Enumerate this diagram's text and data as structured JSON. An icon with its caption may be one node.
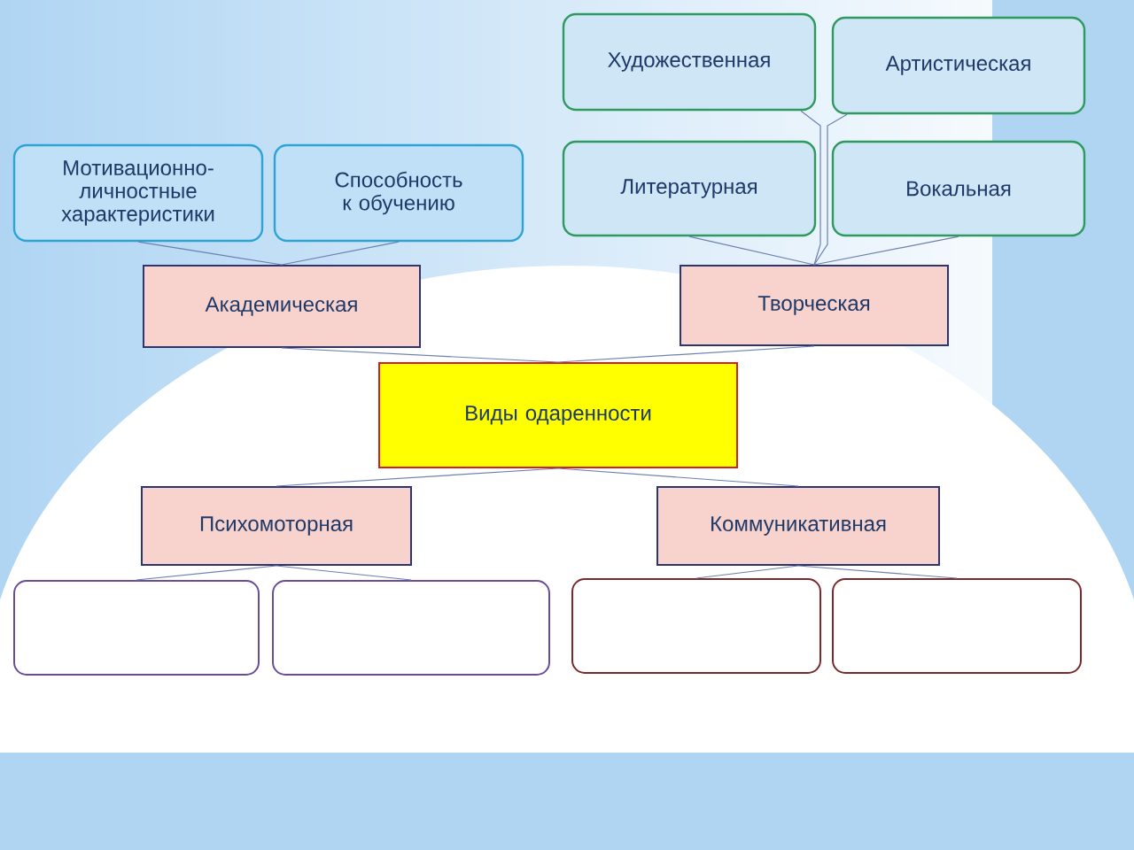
{
  "diagram": {
    "nodes": [
      {
        "text": [
          "Художественная"
        ]
      },
      {
        "text": [
          "Артистическая"
        ]
      },
      {
        "text": [
          "Мотивационно-личностные характеристики"
        ]
      },
      {
        "text": [
          "Способность к обучению"
        ]
      },
      {
        "text": [
          "Литературная"
        ]
      },
      {
        "text": [
          "Вокальная"
        ]
      },
      {
        "text": [
          "Академическая"
        ]
      },
      {
        "text": [
          "Творческая"
        ]
      },
      {
        "text": [
          "Виды одаренности"
        ]
      },
      {
        "text": [
          "Психомоторная"
        ]
      },
      {
        "text": [
          "Коммуникативная"
        ]
      },
      {
        "text": [],
        "shape": "box"
      },
      {
        "text": [],
        "shape": "box"
      },
      {
        "text": [],
        "shape": "box"
      },
      {
        "text": [],
        "shape": "box"
      }
    ],
    "edges": [
      {
        "from": 6,
        "to": 2,
        "arrow": "none"
      },
      {
        "from": 6,
        "to": 3,
        "arrow": "none"
      },
      {
        "from": 7,
        "to": 0,
        "arrow": "none"
      },
      {
        "from": 7,
        "to": 1,
        "arrow": "none"
      },
      {
        "from": 7,
        "to": 4,
        "arrow": "none"
      },
      {
        "from": 7,
        "to": 5,
        "arrow": "none"
      },
      {
        "from": 8,
        "to": 6,
        "arrow": "none"
      },
      {
        "from": 8,
        "to": 7,
        "arrow": "none"
      },
      {
        "from": 8,
        "to": 9,
        "arrow": "none"
      },
      {
        "from": 8,
        "to": 10,
        "arrow": "none"
      },
      {
        "from": 9,
        "to": 11,
        "arrow": "none"
      },
      {
        "from": 9,
        "to": 12,
        "arrow": "none"
      },
      {
        "from": 10,
        "to": 13,
        "arrow": "none"
      },
      {
        "from": 10,
        "to": 14,
        "arrow": "none"
      }
    ]
  }
}
